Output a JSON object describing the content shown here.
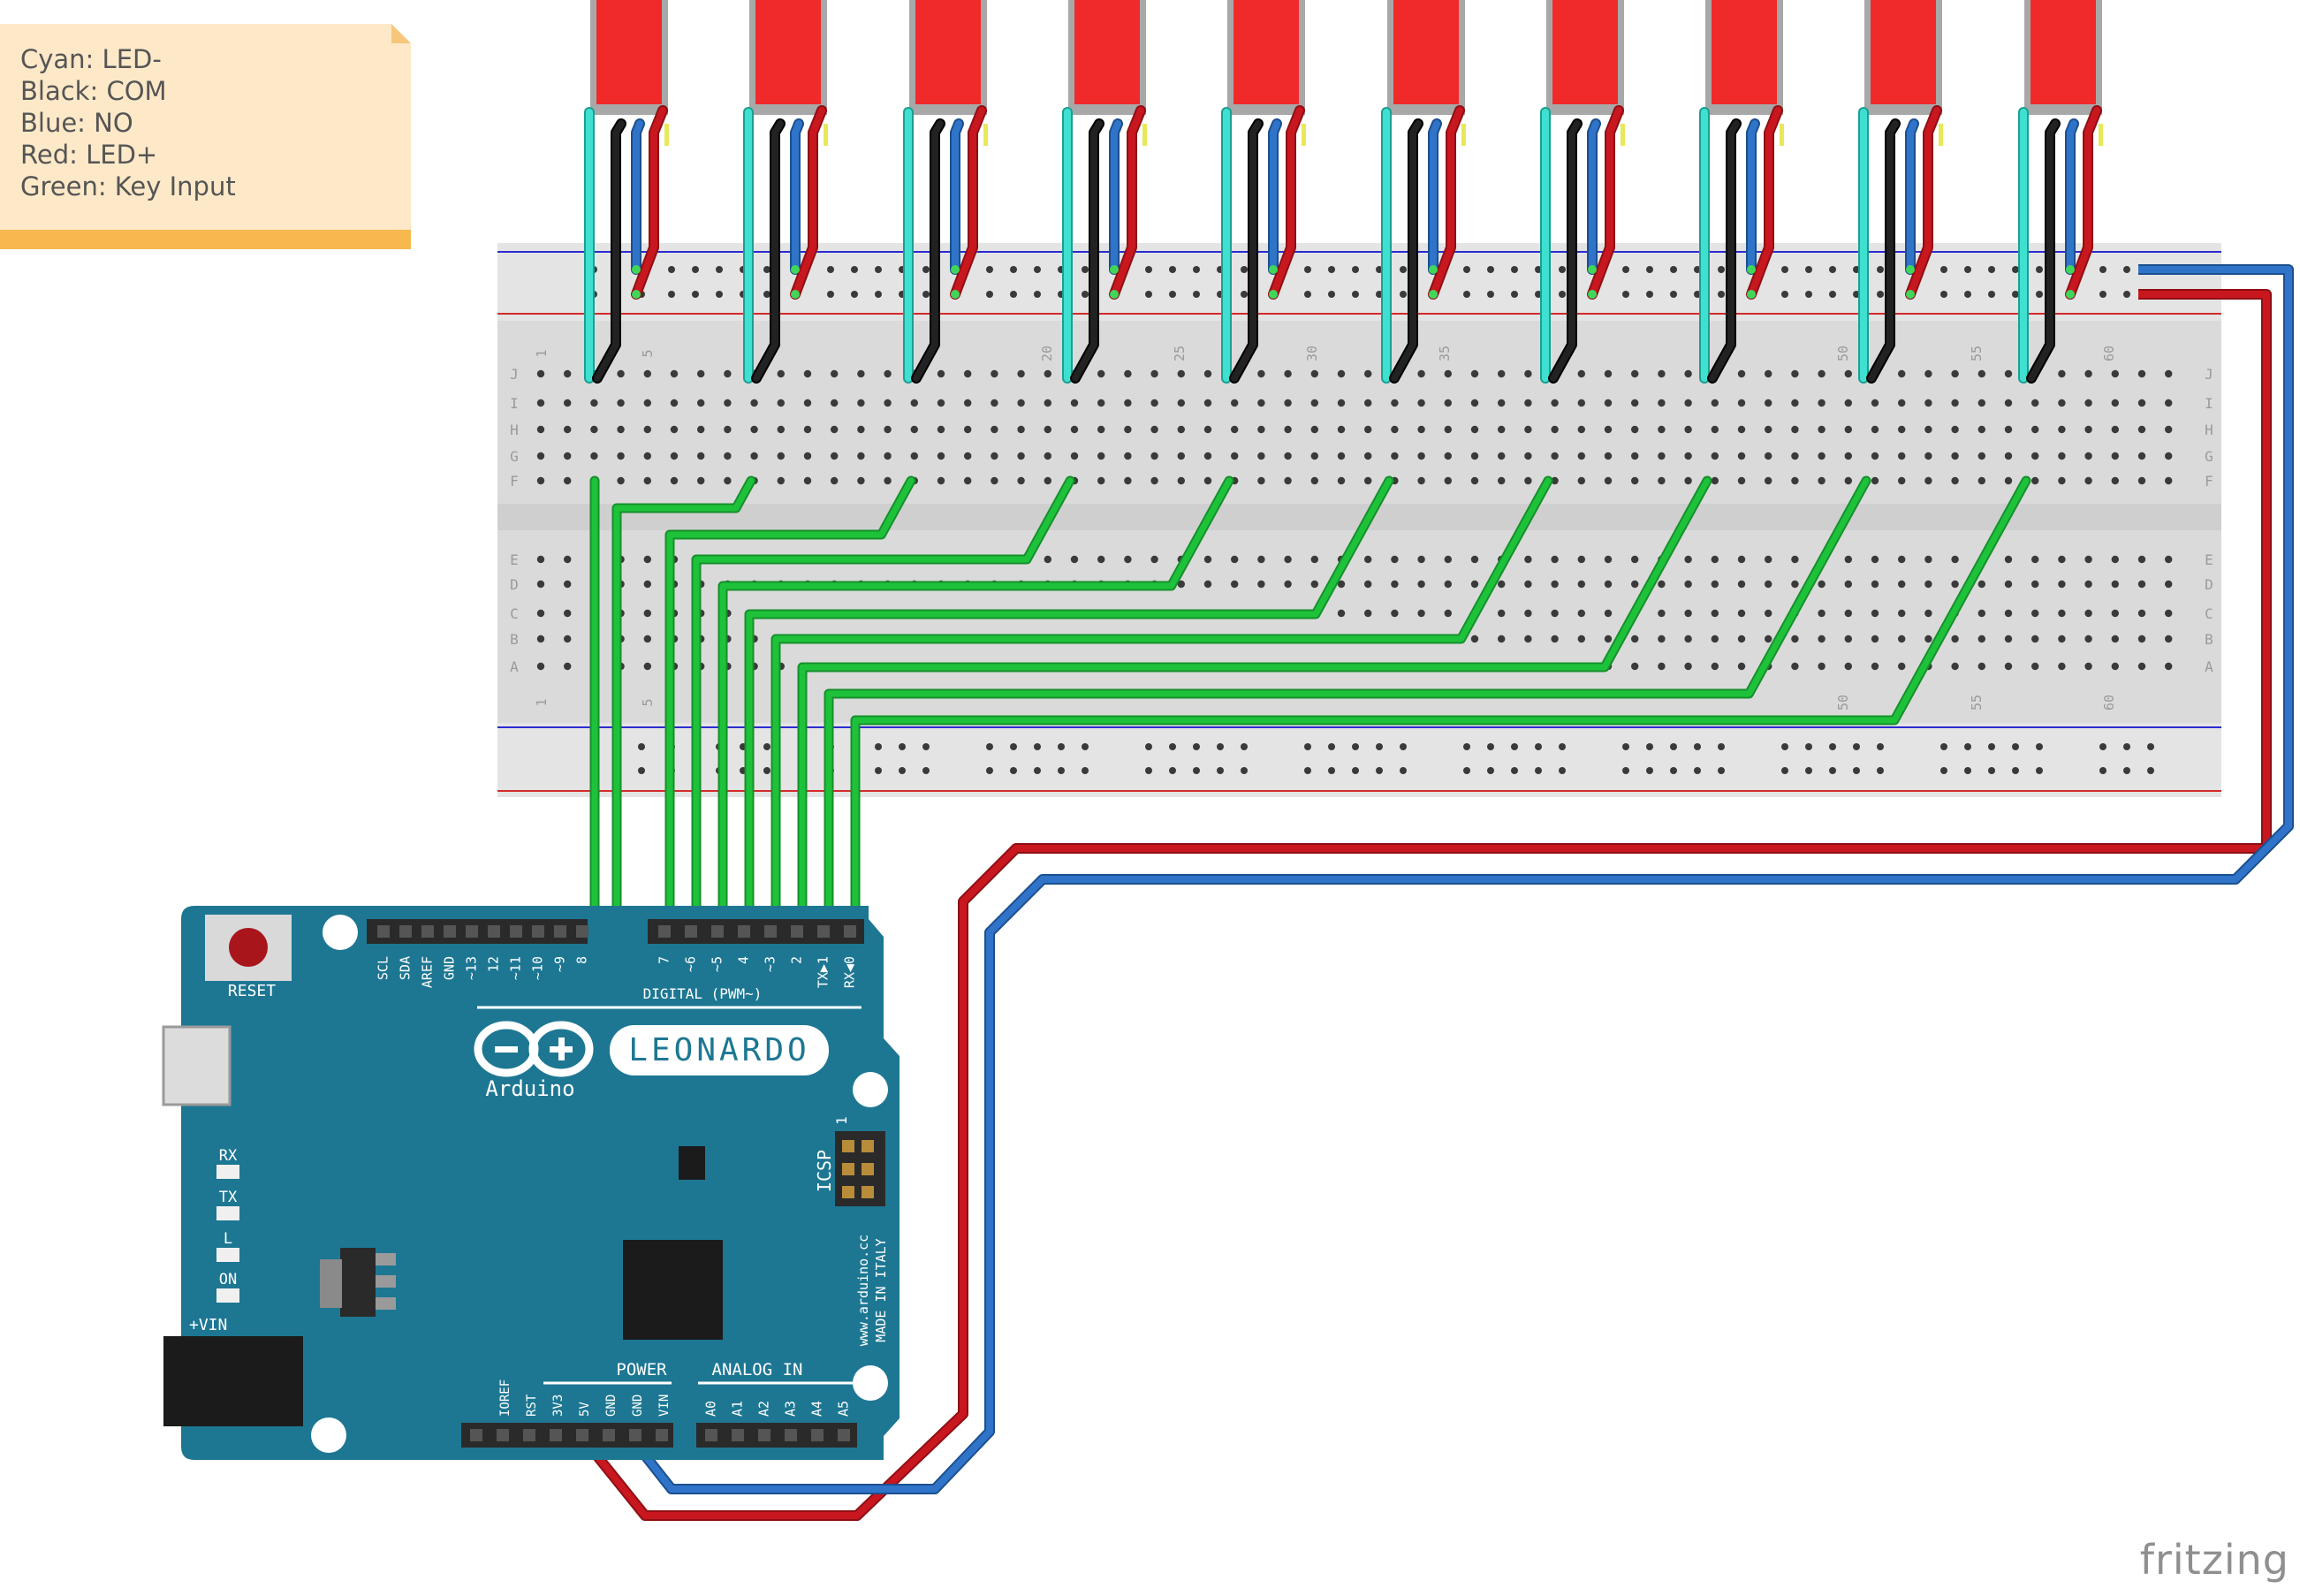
{
  "legend": {
    "lines": [
      "Cyan: LED-",
      "Black: COM",
      "Blue: NO",
      "Red: LED+",
      "Green: Key Input"
    ]
  },
  "watermark": "fritzing",
  "board": {
    "name": "LEONARDO",
    "brand": "Arduino",
    "reset": "RESET",
    "digital_label": "DIGITAL (PWM~)",
    "digital_pins_left": [
      "SCL",
      "SDA",
      "AREF",
      "GND",
      "~13",
      "12",
      "~11",
      "~10",
      "~9",
      "8"
    ],
    "digital_pins_right": [
      "7",
      "~6",
      "~5",
      "4",
      "~3",
      "2",
      "TX▶1",
      "RX◀0"
    ],
    "power_label": "POWER",
    "analog_label": "ANALOG IN",
    "power_pins": [
      "IOREF",
      "RST",
      "3V3",
      "5V",
      "GND",
      "GND",
      "VIN"
    ],
    "analog_pins": [
      "A0",
      "A1",
      "A2",
      "A3",
      "A4",
      "A5"
    ],
    "leds": [
      "RX",
      "TX",
      "L",
      "ON"
    ],
    "vin": "+VIN",
    "icsp": "ICSP",
    "icsp_pin1": "1",
    "url": "www.arduino.cc",
    "made_in": "MADE IN ITALY"
  },
  "breadboard": {
    "rows_top": [
      "J",
      "I",
      "H",
      "G",
      "F"
    ],
    "rows_bottom": [
      "E",
      "D",
      "C",
      "B",
      "A"
    ],
    "columns_top": [
      "1",
      "5",
      "20",
      "25",
      "30",
      "35",
      "50",
      "55",
      "60"
    ],
    "columns_bottom": [
      "1",
      "5",
      "50",
      "55",
      "60"
    ]
  },
  "colors": {
    "cyan": "#3fe0d0",
    "black": "#222222",
    "blue": "#2f74c8",
    "red": "#c8171e",
    "green": "#1ec23a",
    "board": "#1d7793",
    "button_cap": "#f02a2a"
  },
  "buttons_count": 10
}
